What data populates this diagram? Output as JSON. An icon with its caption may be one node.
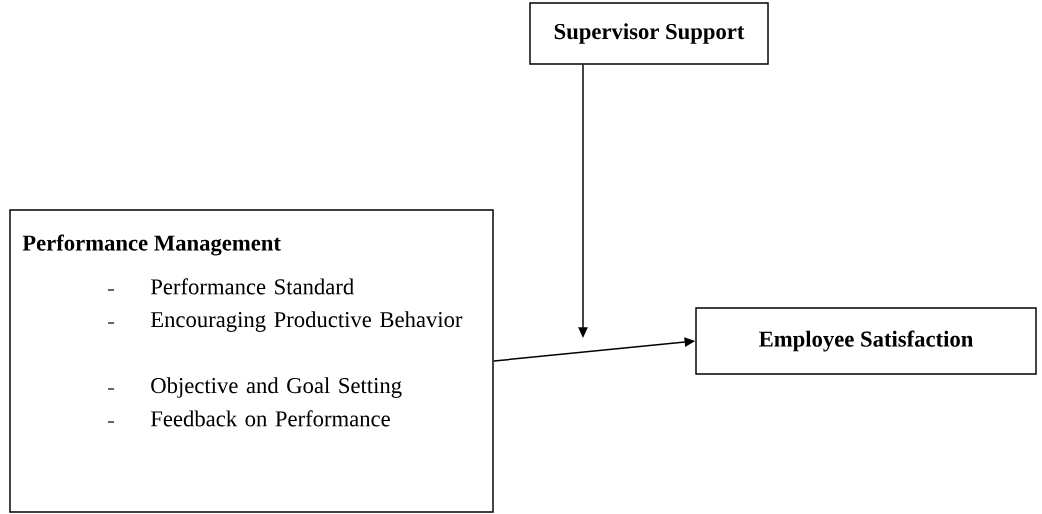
{
  "diagram": {
    "nodes": [
      {
        "text": [
          "Supervisor Support"
        ]
      },
      {
        "text": [
          "Performance Management",
          "Performance Standard",
          "Encouraging Productive Behavior",
          "Objective and Goal Setting",
          "Feedback on Performance"
        ]
      },
      {
        "text": [
          "Employee Satisfaction"
        ]
      }
    ],
    "edges": [
      {
        "from": 1,
        "to": 2,
        "arrow": "to"
      },
      {
        "from": 0,
        "to": null,
        "arrow": "to"
      }
    ]
  }
}
